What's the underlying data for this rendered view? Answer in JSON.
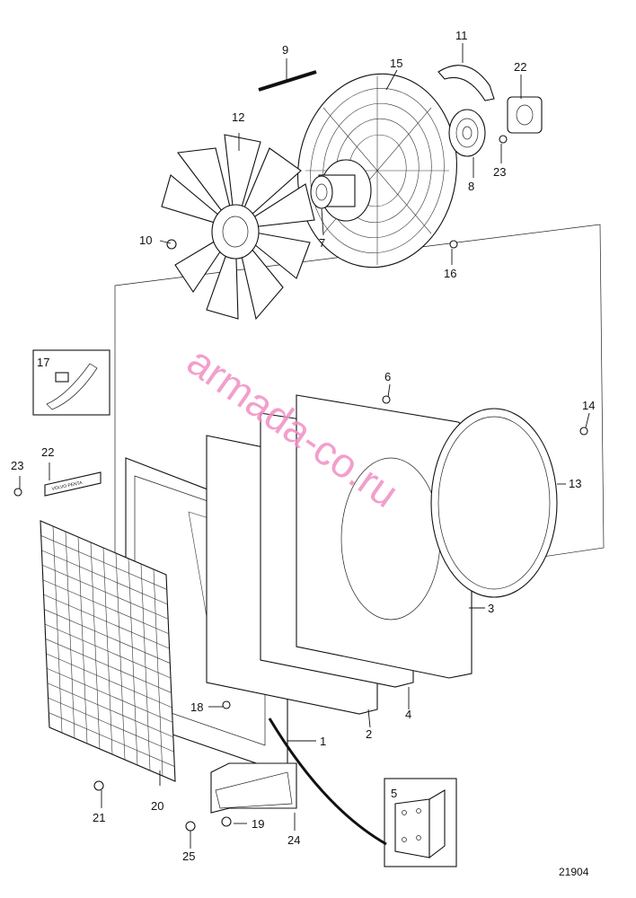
{
  "diagram": {
    "figure_number": "21904",
    "watermark": "armada-co.ru",
    "grille_plate_text": "VOLVO PENTA",
    "callouts": [
      {
        "id": "c1",
        "label": "1"
      },
      {
        "id": "c2",
        "label": "2"
      },
      {
        "id": "c3",
        "label": "3"
      },
      {
        "id": "c4",
        "label": "4"
      },
      {
        "id": "c5",
        "label": "5"
      },
      {
        "id": "c6",
        "label": "6"
      },
      {
        "id": "c7",
        "label": "7"
      },
      {
        "id": "c8",
        "label": "8"
      },
      {
        "id": "c9",
        "label": "9"
      },
      {
        "id": "c10",
        "label": "10"
      },
      {
        "id": "c11",
        "label": "11"
      },
      {
        "id": "c12",
        "label": "12"
      },
      {
        "id": "c13",
        "label": "13"
      },
      {
        "id": "c14",
        "label": "14"
      },
      {
        "id": "c15",
        "label": "15"
      },
      {
        "id": "c16",
        "label": "16"
      },
      {
        "id": "c17",
        "label": "17"
      },
      {
        "id": "c18",
        "label": "18"
      },
      {
        "id": "c19",
        "label": "19"
      },
      {
        "id": "c20",
        "label": "20"
      },
      {
        "id": "c21",
        "label": "21"
      },
      {
        "id": "c22a",
        "label": "22"
      },
      {
        "id": "c22b",
        "label": "22"
      },
      {
        "id": "c23a",
        "label": "23"
      },
      {
        "id": "c23b",
        "label": "23"
      },
      {
        "id": "c24",
        "label": "24"
      },
      {
        "id": "c25",
        "label": "25"
      }
    ]
  }
}
